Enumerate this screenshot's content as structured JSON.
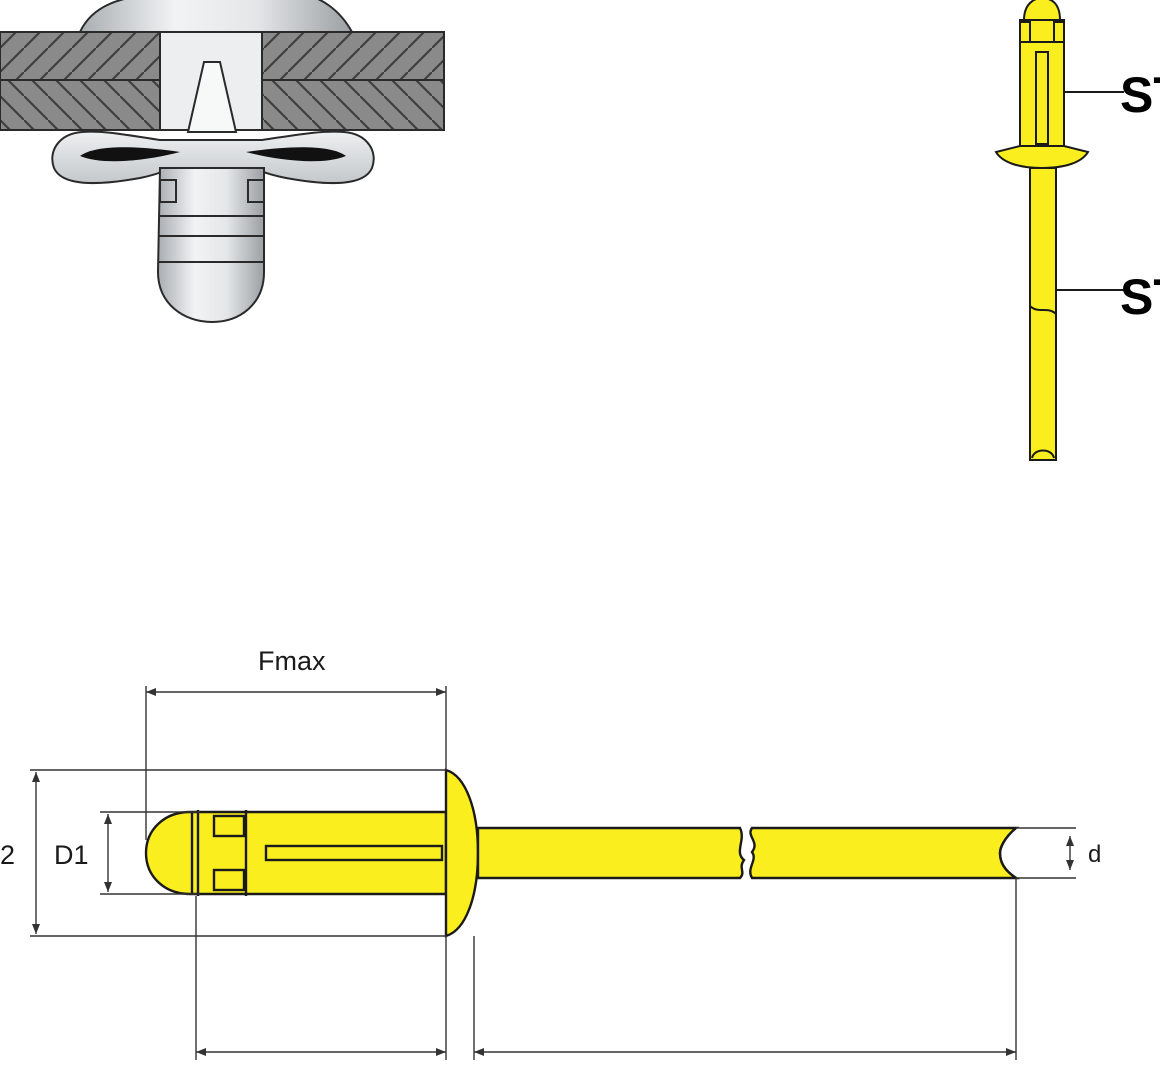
{
  "colors": {
    "rivet_yellow": "#fbee1f",
    "outline": "#1a1a1a",
    "metal_light": "#e6e8ea",
    "metal_dark": "#9ea3a7",
    "hatch_fill": "#808080",
    "hatch_line": "#3a3a3a",
    "background": "#ffffff"
  },
  "labels": {
    "side_label_top": "ST",
    "side_label_bottom": "ST",
    "dim_fmax": "Fmax",
    "dim_d1": "D1",
    "dim_d2_fragment": "2",
    "dim_d": "d"
  }
}
